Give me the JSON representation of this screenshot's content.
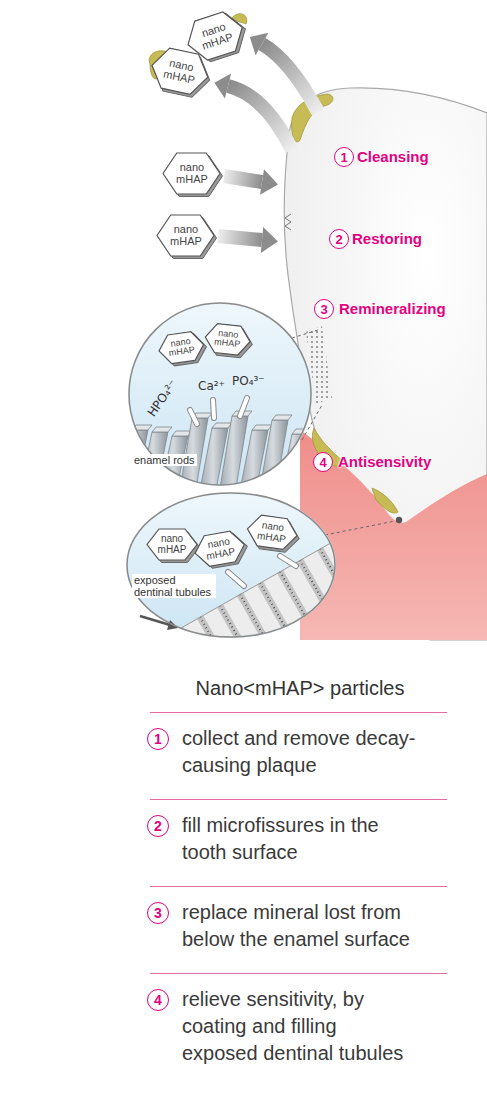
{
  "diagram": {
    "title": "Nano<mHAP> particles",
    "nodes": [
      {
        "text": [
          "nano mHAP"
        ]
      },
      {
        "text": [
          "nano mHAP"
        ]
      },
      {
        "text": [
          "1"
        ]
      },
      {
        "text": [
          "nano mHAP"
        ]
      },
      {
        "text": [
          "nano mHAP"
        ]
      },
      {
        "text": [
          "2"
        ]
      },
      {
        "text": [
          "3"
        ]
      },
      {
        "text": [
          "HPO₄²⁻",
          "Ca²⁺",
          "PO₄³⁻",
          "enamel rods"
        ]
      },
      {
        "text": [
          "nano mHAP"
        ],
        "in": 7
      },
      {
        "text": [
          "nano mHAP"
        ],
        "in": 7
      },
      {
        "text": [
          "4"
        ]
      },
      {
        "text": [
          "exposed dentinal tubules"
        ]
      },
      {
        "text": [
          "nano mHAP"
        ],
        "in": 11
      },
      {
        "text": [
          "nano mHAP"
        ],
        "in": 11
      },
      {
        "text": [
          "nano mHAP"
        ],
        "in": 11
      },
      {
        "text": [
          "1"
        ]
      },
      {
        "text": [
          "2"
        ]
      },
      {
        "text": [
          "3"
        ]
      },
      {
        "text": [
          "4"
        ]
      }
    ],
    "labels": [
      "Cleansing",
      "Restoring",
      "Remineralizing",
      "Antisensivity",
      "collect and remove decay-causing plaque",
      "fill microfissures in the tooth surface",
      "replace mineral lost from below the enamel surface",
      "relieve sensitivity, by coating and filling exposed dentinal tubules"
    ]
  }
}
